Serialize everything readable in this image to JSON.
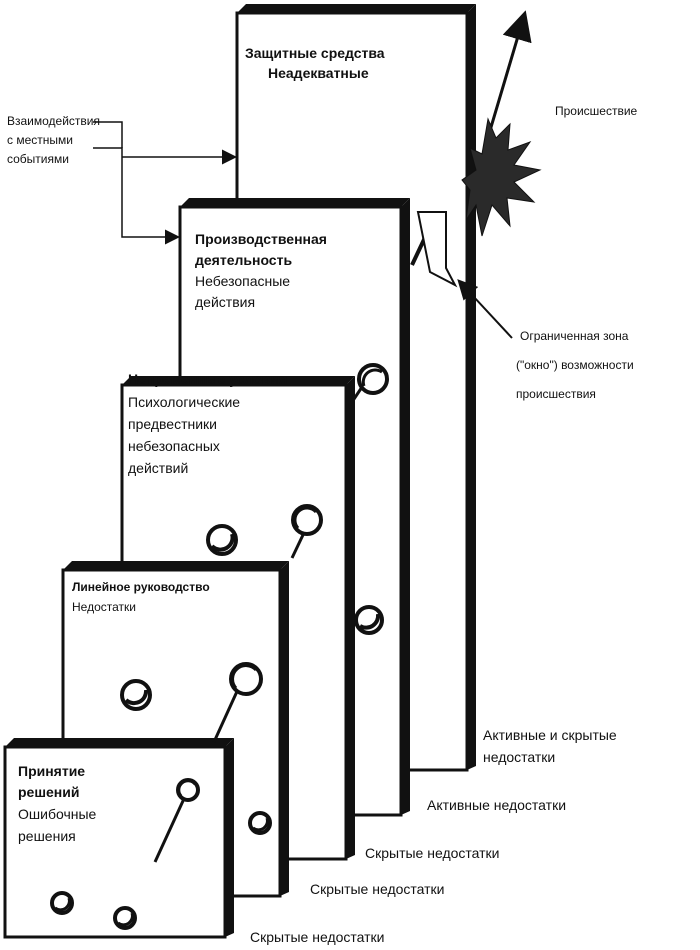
{
  "panels": [
    {
      "title_line1": "Защитные средства",
      "subtitle": "Неадекватные",
      "base_label": "Активные и скрытые недостатки"
    },
    {
      "title_line1": "Производственная",
      "title_line2": "деятельность",
      "subtitle_line1": "Небезопасные",
      "subtitle_line2": "действия",
      "base_label": "Активные недостатки"
    },
    {
      "title_line1": "Непременные условия",
      "subtitle_line1": "Психологические",
      "subtitle_line2": "предвестники",
      "subtitle_line3": "небезопасных",
      "subtitle_line4": "действий",
      "base_label": "Скрытые недостатки"
    },
    {
      "title_line1": "Линейное руководство",
      "subtitle": "Недостатки",
      "base_label": "Скрытые недостатки"
    },
    {
      "title_line1": "Принятие",
      "title_line2": "решений",
      "subtitle_line1": "Ошибочные",
      "subtitle_line2": "решения",
      "base_label": "Скрытые недостатки"
    }
  ],
  "annotations": {
    "interactions": [
      "Взаимодействия",
      "с местными",
      "событиями"
    ],
    "incident": "Происшествие",
    "window": [
      "Ограниченная зона",
      "(\"окно\") возможности",
      "происшествия"
    ]
  }
}
